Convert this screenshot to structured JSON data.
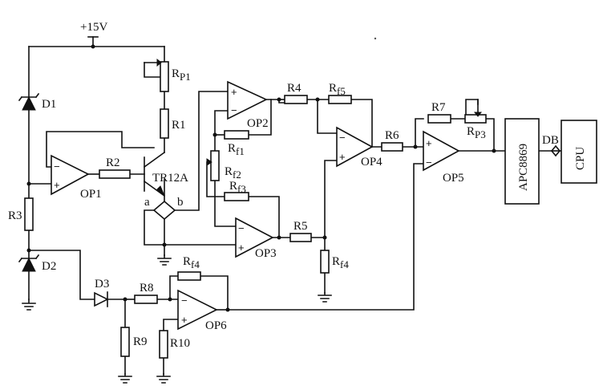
{
  "supply": {
    "label": "+15V"
  },
  "diodes": {
    "d1": "D1",
    "d2": "D2",
    "d3": "D3"
  },
  "transistor": {
    "label": "TR12A"
  },
  "bridge": {
    "node_a": "a",
    "node_b": "b"
  },
  "opamps": {
    "op1": "OP1",
    "op2": "OP2",
    "op3": "OP3",
    "op4": "OP4",
    "op5": "OP5",
    "op6": "OP6",
    "minus_sign": "−",
    "plus_sign": "+"
  },
  "resistors": {
    "rp1": {
      "base": "R",
      "sub": "P1"
    },
    "r1": "R1",
    "r2": "R2",
    "r3": "R3",
    "r4": "R4",
    "r5": "R5",
    "r6": "R6",
    "r7": "R7",
    "r8": "R8",
    "r9": "R9",
    "r10": "R10",
    "rf1": {
      "base": "R",
      "sub": "f1"
    },
    "rf2": {
      "base": "R",
      "sub": "f2"
    },
    "rf3": {
      "base": "R",
      "sub": "f3"
    },
    "rf4": {
      "base": "R",
      "sub": "f4"
    },
    "rf5": {
      "base": "R",
      "sub": "f5"
    },
    "rf6": {
      "base": "R",
      "sub": "f4"
    },
    "rp3": {
      "base": "R",
      "sub": "P3"
    }
  },
  "blocks": {
    "apc": "APC8869",
    "db": "DB",
    "cpu": "CPU"
  }
}
